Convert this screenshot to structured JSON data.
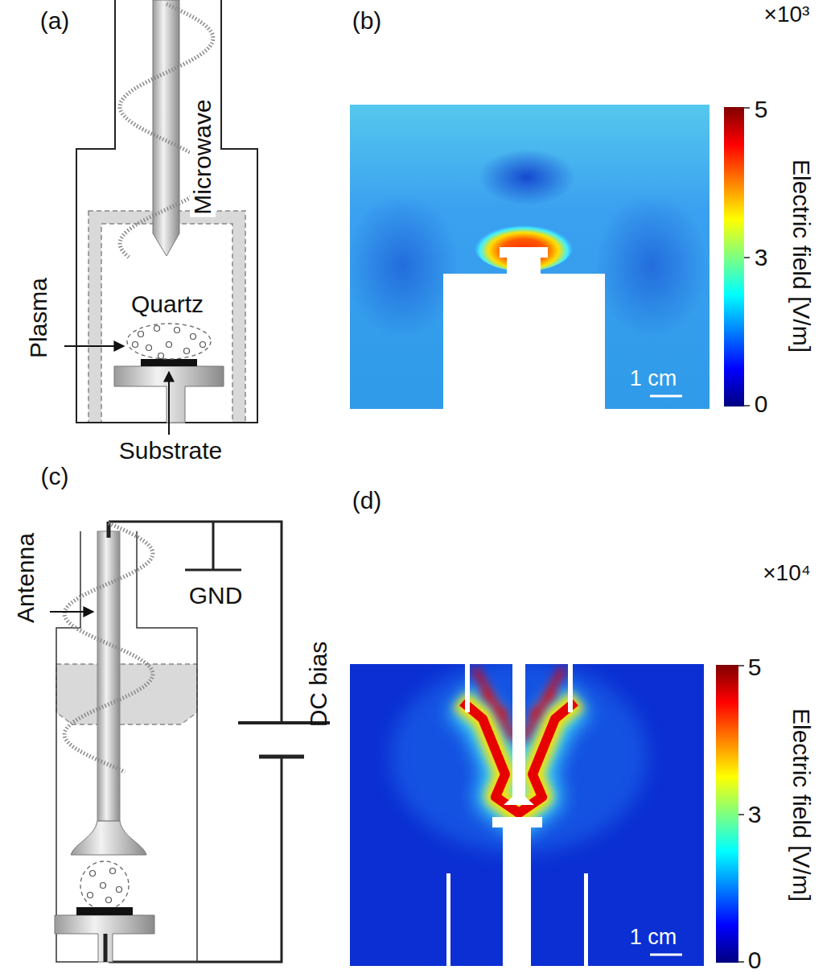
{
  "diagram": {
    "labels": [
      "(a)",
      "Microwave",
      "Quartz",
      "Plasma",
      "Substrate",
      "(b)",
      "×10³",
      "5",
      "3",
      "0",
      "Electric field [V/m]",
      "1 cm",
      "(c)",
      "Antenna",
      "GND",
      "DC bias",
      "(d)",
      "×10⁴",
      "5",
      "3",
      "0",
      "Electric field [V/m]",
      "1 cm"
    ]
  }
}
